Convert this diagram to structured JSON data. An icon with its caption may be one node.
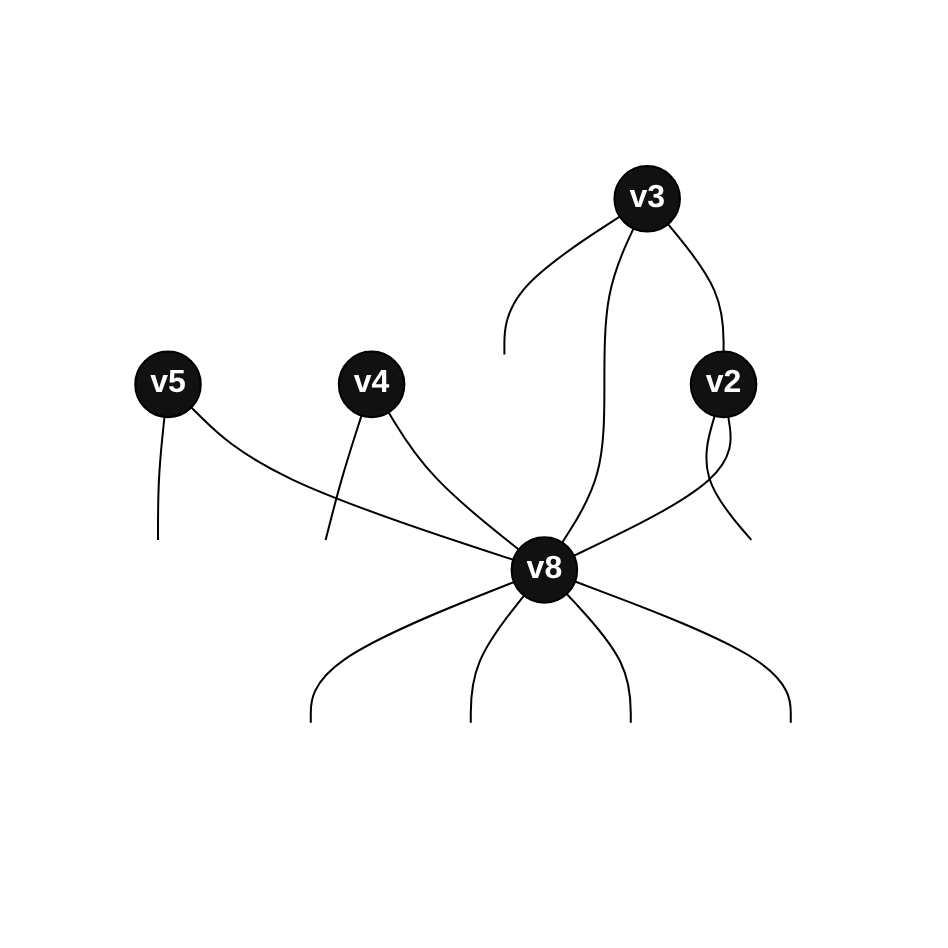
{
  "diagram": {
    "nodes": [
      {
        "text": [
          "v5"
        ]
      },
      {
        "text": [
          "v4"
        ]
      },
      {
        "text": [
          "v3"
        ]
      },
      {
        "text": [
          "v2"
        ]
      },
      {
        "text": [
          "v8"
        ]
      }
    ],
    "edges": [
      {
        "from": 2,
        "to": 3,
        "arrow": "none"
      },
      {
        "from": 0,
        "to": 4,
        "arrow": "none"
      },
      {
        "from": 1,
        "to": 4,
        "arrow": "none"
      },
      {
        "from": 2,
        "to": 4,
        "arrow": "none"
      },
      {
        "from": 3,
        "to": 4,
        "arrow": "none"
      },
      {
        "from": 0,
        "to": null,
        "arrow": "none"
      },
      {
        "from": 1,
        "to": null,
        "arrow": "none"
      },
      {
        "from": 2,
        "to": null,
        "arrow": "none"
      },
      {
        "from": 3,
        "to": null,
        "arrow": "none"
      },
      {
        "from": 4,
        "to": null,
        "arrow": "none"
      },
      {
        "from": 4,
        "to": null,
        "arrow": "none"
      },
      {
        "from": 4,
        "to": null,
        "arrow": "none"
      },
      {
        "from": 4,
        "to": null,
        "arrow": "none"
      }
    ]
  }
}
